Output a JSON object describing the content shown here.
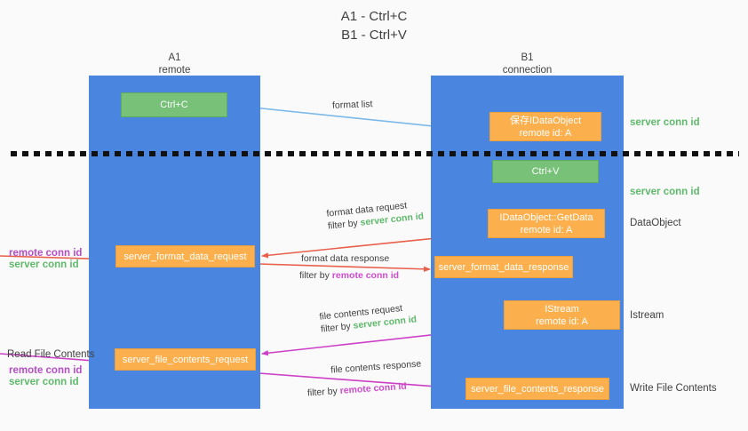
{
  "title": "A1 - Ctrl+C\nB1 - Ctrl+V",
  "lanes": [
    {
      "name": "A1",
      "sub": "remote"
    },
    {
      "name": "B1",
      "sub": "connection"
    }
  ],
  "boxes": {
    "ctrl_c": {
      "line1": "Ctrl+C",
      "line2": ""
    },
    "save_dataobject": {
      "line1": "保存IDataObject",
      "line2": "remote id: A"
    },
    "ctrl_v": {
      "line1": "Ctrl+V",
      "line2": ""
    },
    "getdata": {
      "line1": "IDataObject::GetData",
      "line2": "remote id: A"
    },
    "server_format_data_request": {
      "line1": "server_format_data_request",
      "line2": ""
    },
    "server_format_data_response": {
      "line1": "server_format_data_response",
      "line2": ""
    },
    "istream": {
      "line1": "IStream",
      "line2": "remote id: A"
    },
    "server_file_contents_request": {
      "line1": "server_file_contents_request",
      "line2": ""
    },
    "server_file_contents_response": {
      "line1": "server_file_contents_response",
      "line2": ""
    }
  },
  "right_labels": {
    "server_conn_id_1": "server conn id",
    "server_conn_id_2": "server conn id",
    "dataobject": "DataObject",
    "istream": "Istream",
    "write_file_contents": "Write File Contents"
  },
  "left_labels": {
    "remote_conn_id_1": "remote conn id",
    "server_conn_id_1": "server conn id",
    "read_file_contents": "Read File Contents",
    "remote_conn_id_2": "remote conn id",
    "server_conn_id_2": "server conn id"
  },
  "edges": {
    "format_list": "format list",
    "format_data_request": "format data request",
    "format_data_request_filter_prefix": "filter by ",
    "format_data_request_filter_key": "server conn id",
    "format_data_response": "format data response",
    "format_data_response_filter_prefix": "filter by ",
    "format_data_response_filter_key": "remote conn id",
    "file_contents_request": "file contents request",
    "file_contents_request_filter_prefix": "filter by ",
    "file_contents_request_filter_key": "server conn id",
    "file_contents_response": "file contents response",
    "file_contents_response_filter_prefix": "filter by ",
    "file_contents_response_filter_key": "remote conn id"
  },
  "colors": {
    "lane": "#4a86e0",
    "green_box": "#77c178",
    "orange_box": "#fbb04d",
    "server_conn_id": "#5fb96b",
    "remote_conn_id": "#cf4ccf",
    "arrow_light_blue": "#7cb9e8",
    "arrow_red": "#e8604c",
    "arrow_magenta": "#cc3fc7",
    "arrow_black": "#000000"
  }
}
